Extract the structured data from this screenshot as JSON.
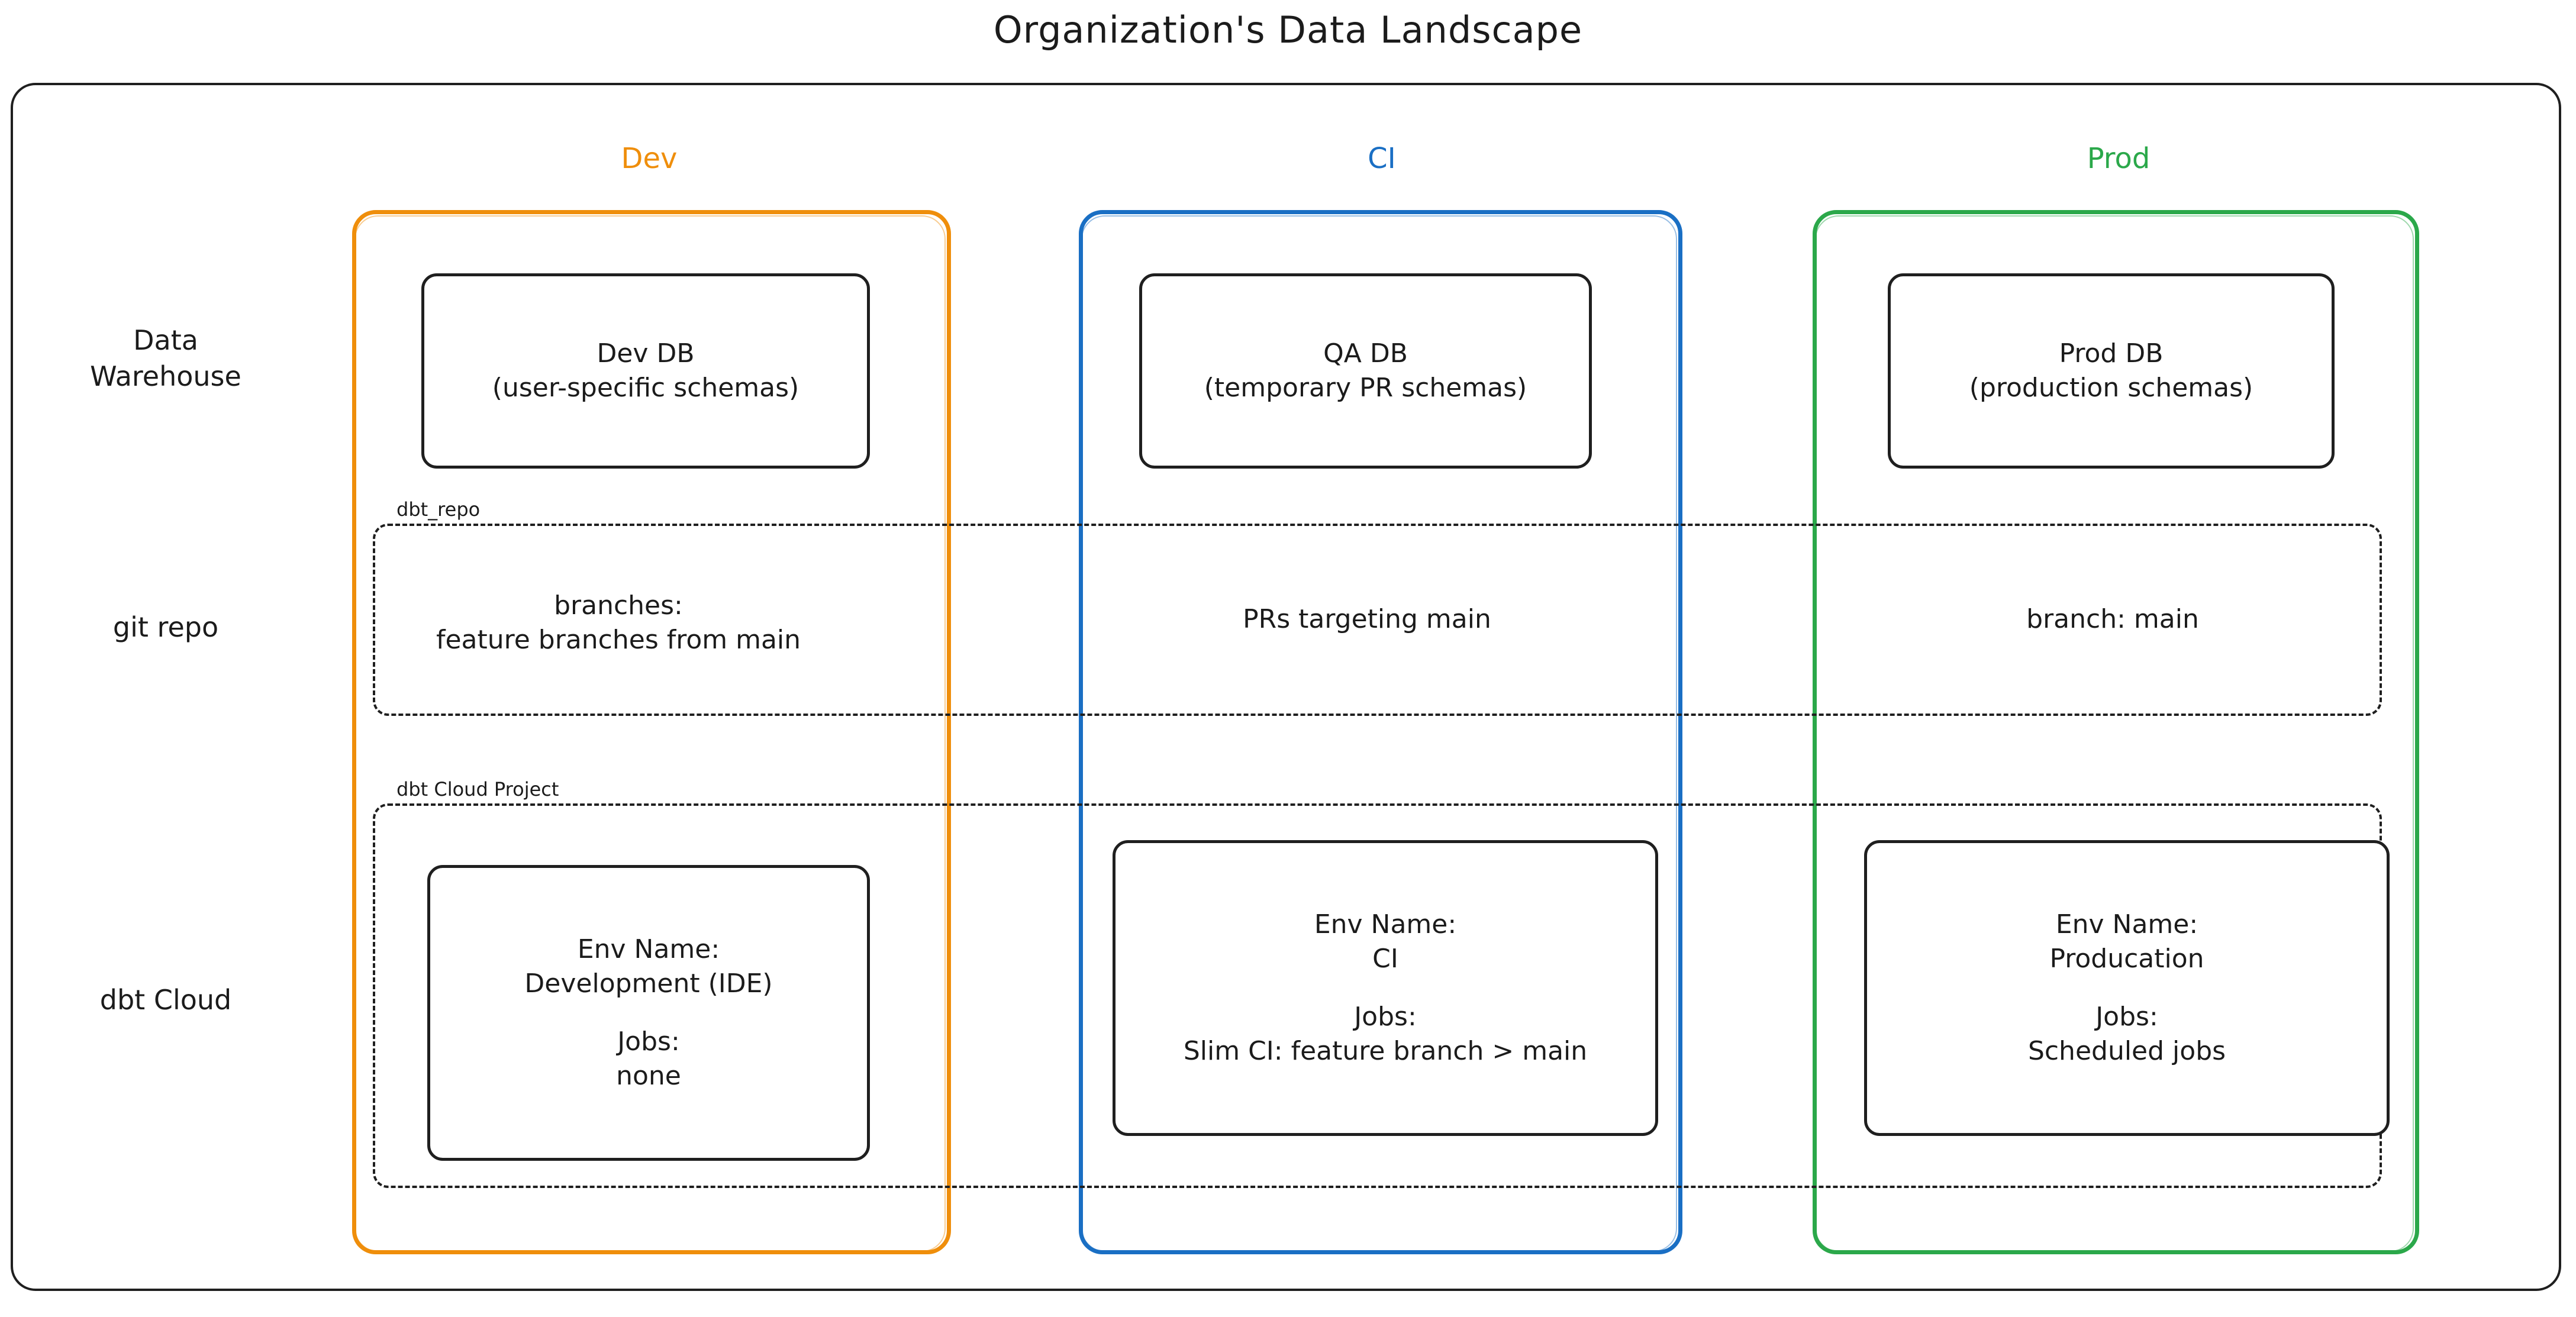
{
  "title": "Organization's Data Landscape",
  "columns": [
    {
      "key": "dev",
      "label": "Dev",
      "color": "#ef8e0b"
    },
    {
      "key": "ci",
      "label": "CI",
      "color": "#1a6fc4"
    },
    {
      "key": "prod",
      "label": "Prod",
      "color": "#2ba84a"
    }
  ],
  "rows": [
    {
      "key": "warehouse",
      "label_line1": "Data",
      "label_line2": "Warehouse"
    },
    {
      "key": "git",
      "label_line1": "git repo",
      "label_line2": ""
    },
    {
      "key": "dbtcloud",
      "label_line1": "dbt Cloud",
      "label_line2": ""
    }
  ],
  "groups": {
    "repo": {
      "label": "dbt_repo"
    },
    "project": {
      "label": "dbt Cloud Project"
    }
  },
  "warehouse": {
    "dev": {
      "line1": "Dev DB",
      "line2": "(user-specific schemas)"
    },
    "ci": {
      "line1": "QA DB",
      "line2": "(temporary PR schemas)"
    },
    "prod": {
      "line1": "Prod DB",
      "line2": "(production schemas)"
    }
  },
  "git_repo": {
    "dev": {
      "line1": "branches:",
      "line2": "feature branches from main"
    },
    "ci": {
      "line1": "PRs targeting main",
      "line2": ""
    },
    "prod": {
      "line1": "branch: main",
      "line2": ""
    }
  },
  "dbt_cloud": {
    "dev": {
      "env_label": "Env Name:",
      "env_value": "Development (IDE)",
      "jobs_label": "Jobs:",
      "jobs_value": "none"
    },
    "ci": {
      "env_label": "Env Name:",
      "env_value": "CI",
      "jobs_label": "Jobs:",
      "jobs_value": "Slim CI: feature branch > main"
    },
    "prod": {
      "env_label": "Env Name:",
      "env_value": "Producation",
      "jobs_label": "Jobs:",
      "jobs_value": "Scheduled jobs"
    }
  }
}
